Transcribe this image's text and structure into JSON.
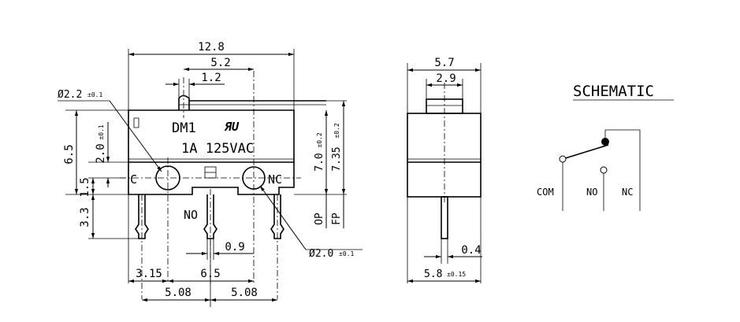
{
  "front": {
    "dim_width_total": "12.8",
    "dim_5_2": "5.2",
    "dim_1_2": "1.2",
    "dia_left": "Ø2.2",
    "dia_left_tol": "±0.1",
    "dia_right": "Ø2.0",
    "dia_right_tol": "±0.1",
    "dim_6_5": "6.5",
    "dim_2_0": "2.0",
    "dim_2_0_tol": "±0.1",
    "dim_1_5": "1.5",
    "dim_3_3": "3.3",
    "dim_7_0": "7.0",
    "dim_7_0_tol": "±0.2",
    "dim_7_35": "7.35",
    "dim_7_35_tol": "±0.2",
    "op_label": "OP",
    "fp_label": "FP",
    "model": "DM1",
    "rating": "1A 125VAC",
    "ul_mark": "ЯU",
    "pin_c": "C",
    "pin_no": "NO",
    "pin_nc": "NC",
    "dim_0_9": "0.9",
    "dim_3_15": "3.15",
    "dim_6_5_bottom": "6.5",
    "dim_5_08_left": "5.08",
    "dim_5_08_right": "5.08"
  },
  "side": {
    "dim_5_7": "5.7",
    "dim_2_9": "2.9",
    "dim_0_4": "0.4",
    "dim_5_8": "5.8",
    "dim_5_8_tol": "±0.15"
  },
  "schematic": {
    "title": "SCHEMATIC",
    "com": "COM",
    "no": "NO",
    "nc": "NC"
  }
}
